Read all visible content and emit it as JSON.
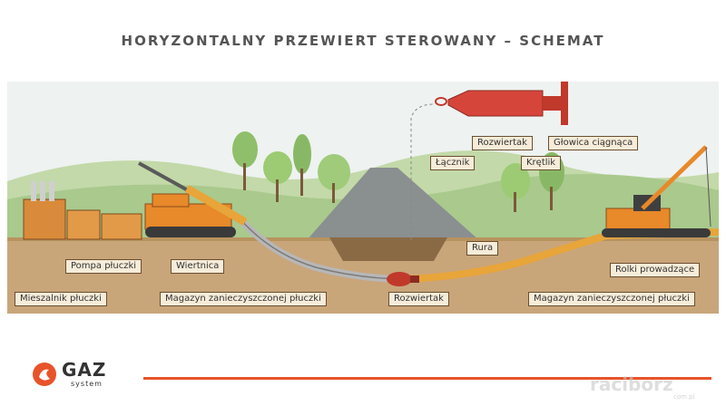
{
  "title": "HORYZONTALNY PRZEWIERT STEROWANY – SCHEMAT",
  "labels": {
    "pompa": "Pompa płuczki",
    "wiertnica": "Wiertnica",
    "mieszalnik": "Mieszalnik płuczki",
    "magazyn_left": "Magazyn zanieczyszczonej płuczki",
    "rozwiertak_bottom": "Rozwiertak",
    "magazyn_right": "Magazyn zanieczyszczonej płuczki",
    "rura": "Rura",
    "rolki": "Rolki prowadzące",
    "rozwiertak_top": "Rozwiertak",
    "glowica": "Głowica ciągnąca",
    "lacznik": "Łącznik",
    "kretlik": "Krętlik"
  },
  "logo": {
    "name": "GAZ",
    "sub": "system"
  },
  "watermark": {
    "main": "raciborz",
    "sub": "com.pl"
  },
  "colors": {
    "accent": "#e8532a",
    "orange": "#e8892a",
    "ground": "#c9a57a"
  }
}
